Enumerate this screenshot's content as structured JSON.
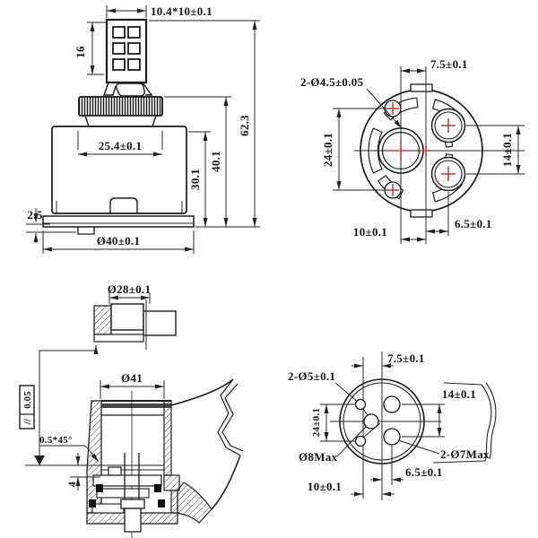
{
  "drawing": {
    "type": "engineering-drawing",
    "subject": "mixer-cartridge",
    "front": {
      "dim_stem_width": "10.4*10±0.1",
      "dim_stem_height": "16",
      "dim_inner_width": "25.4±0.1",
      "dim_body_height": "30.1",
      "dim_mid_height": "40.1",
      "dim_total_height": "62.3",
      "dim_base_thickness": "2.5",
      "dim_base_diameter": "Ø40±0.1"
    },
    "top": {
      "dim_offset_top": "7.5±0.1",
      "label_small_holes": "2-Ø4.5±0.05",
      "dim_span_left": "24±0.1",
      "dim_span_right": "14±0.1",
      "dim_offset_bottom_right": "6.5±0.1",
      "dim_offset_bottom_left": "10±0.1"
    },
    "nut_detail": {
      "dim_diameter": "Ø28±0.1"
    },
    "section": {
      "dim_bore": "Ø41",
      "chamfer": "0.5*45°",
      "dim_seat_depth": "4",
      "tolerance_symbol": "//",
      "tolerance_value": "0.05"
    },
    "base": {
      "dim_offset_top": "7.5±0.1",
      "label_small_holes": "2-Ø5±0.1",
      "dim_span_right": "14±0.1",
      "dim_span_left": "24±0.1",
      "label_center_hole": "Ø8Max",
      "label_right_holes": "2-Ø7Max",
      "dim_offset_bottom_right": "6.5±0.1",
      "dim_offset_bottom_left": "10±0.1"
    },
    "colors": {
      "line": "#222222",
      "center_mark_red": "#c84040"
    }
  }
}
